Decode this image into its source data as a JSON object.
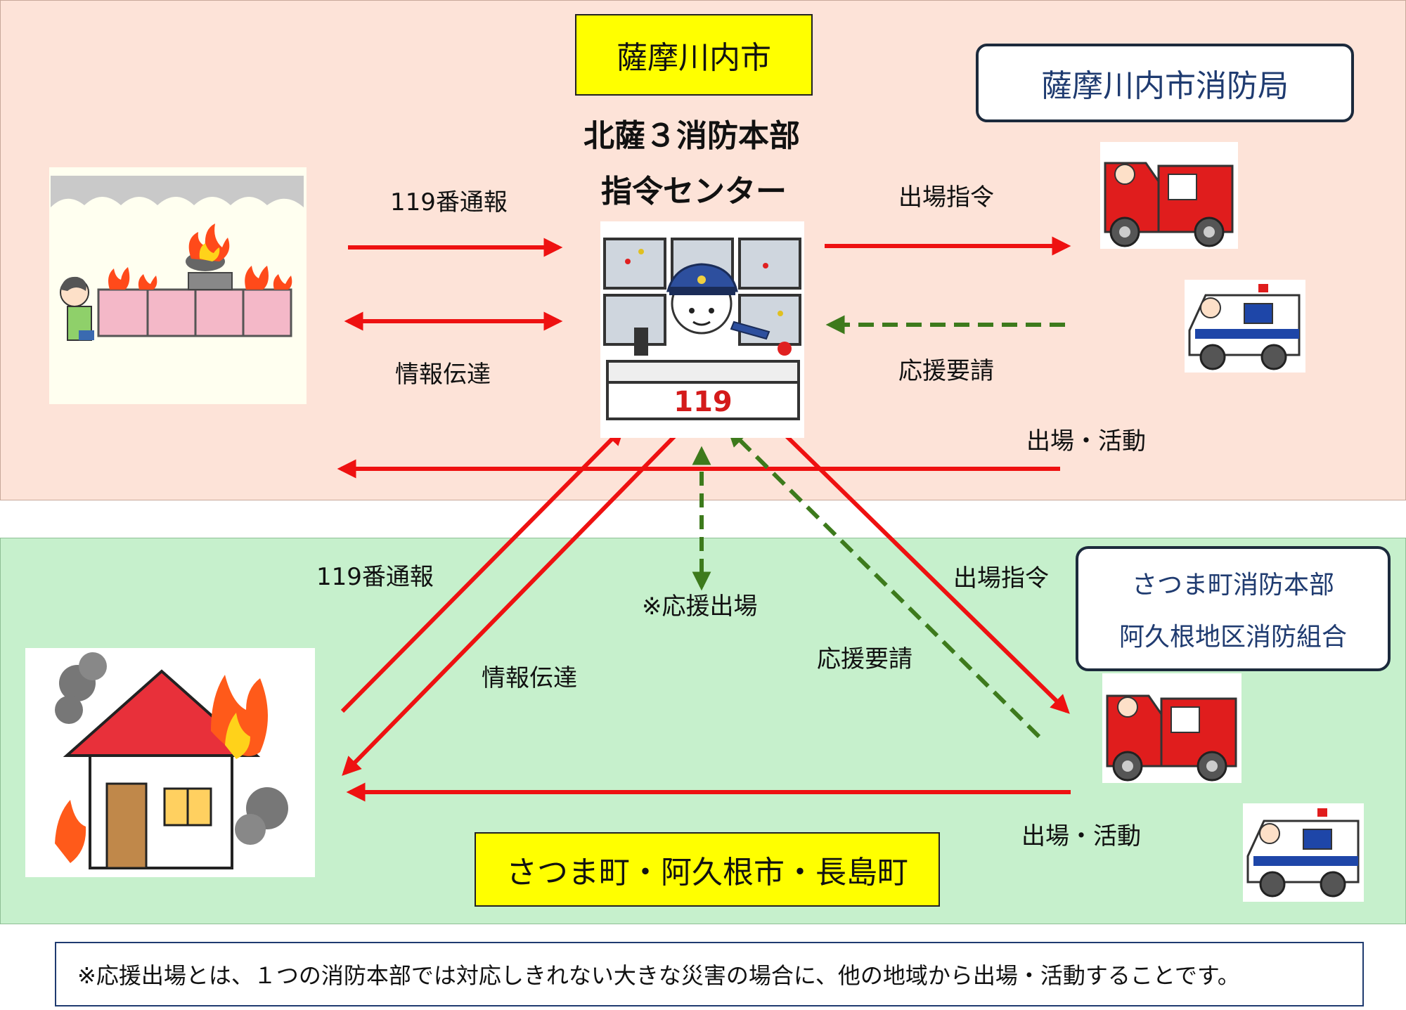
{
  "regions": {
    "top": {
      "name": "薩摩川内市"
    },
    "bottom": {
      "name": "さつま町・阿久根市・長島町"
    }
  },
  "center": {
    "line1": "北薩３消防本部",
    "line2": "指令センター",
    "desk_number": "119"
  },
  "fire_depts": {
    "top": "薩摩川内市消防局",
    "bottom_line1": "さつま町消防本部",
    "bottom_line2": "阿久根地区消防組合"
  },
  "labels": {
    "top_call": "119番通報",
    "top_info": "情報伝達",
    "top_dispatch": "出場指令",
    "top_support": "応援要請",
    "top_activity": "出場・活動",
    "bottom_call": "119番通報",
    "bottom_info": "情報伝達",
    "bottom_mutual": "※応援出場",
    "bottom_support": "応援要請",
    "bottom_dispatch": "出場指令",
    "bottom_activity": "出場・活動"
  },
  "footnote": "※応援出場とは、１つの消防本部では対応しきれない大きな災害の場合に、他の地域から出場・活動することです。",
  "colors": {
    "top_bg": "#fde3d8",
    "bottom_bg": "#c6f0cc",
    "yellow": "#ffff00",
    "red_arrow": "#ee1111",
    "green_arrow": "#3d7a1c",
    "navy_text": "#1f3b70"
  }
}
